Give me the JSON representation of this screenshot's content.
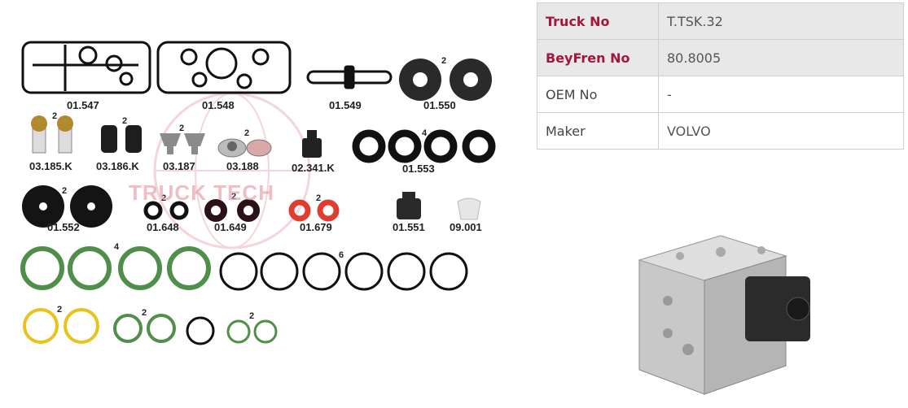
{
  "parts": {
    "labels": [
      "01.547",
      "01.548",
      "01.549",
      "01.550",
      "03.185.K",
      "03.186.K",
      "03.187",
      "03.188",
      "02.341.K",
      "01.553",
      "01.552",
      "01.648",
      "01.649",
      "01.679",
      "01.551",
      "09.001"
    ],
    "counts": {
      "c550": "2",
      "c185": "2",
      "c186": "2",
      "c187": "2",
      "c188": "2",
      "c553": "4",
      "c552": "2",
      "c648": "2",
      "c649": "2",
      "c679": "2",
      "oring_green": "4",
      "oring_black": "6",
      "yellow": "2",
      "green_small": "2",
      "green_tiny": "2"
    },
    "watermark": "TRUCK TECH"
  },
  "spec": {
    "rows": [
      {
        "key": "Truck No",
        "value": "T.TSK.32"
      },
      {
        "key": "BeyFren No",
        "value": "80.8005"
      },
      {
        "key": "OEM No",
        "value": "-"
      },
      {
        "key": "Maker",
        "value": "VOLVO"
      }
    ]
  },
  "colors": {
    "accent": "#a3173a",
    "header_bg": "#e8e8e8",
    "oring_green": "#4f8f4a",
    "oring_yellow": "#e9c21c",
    "seal_red": "#e03c2f"
  }
}
